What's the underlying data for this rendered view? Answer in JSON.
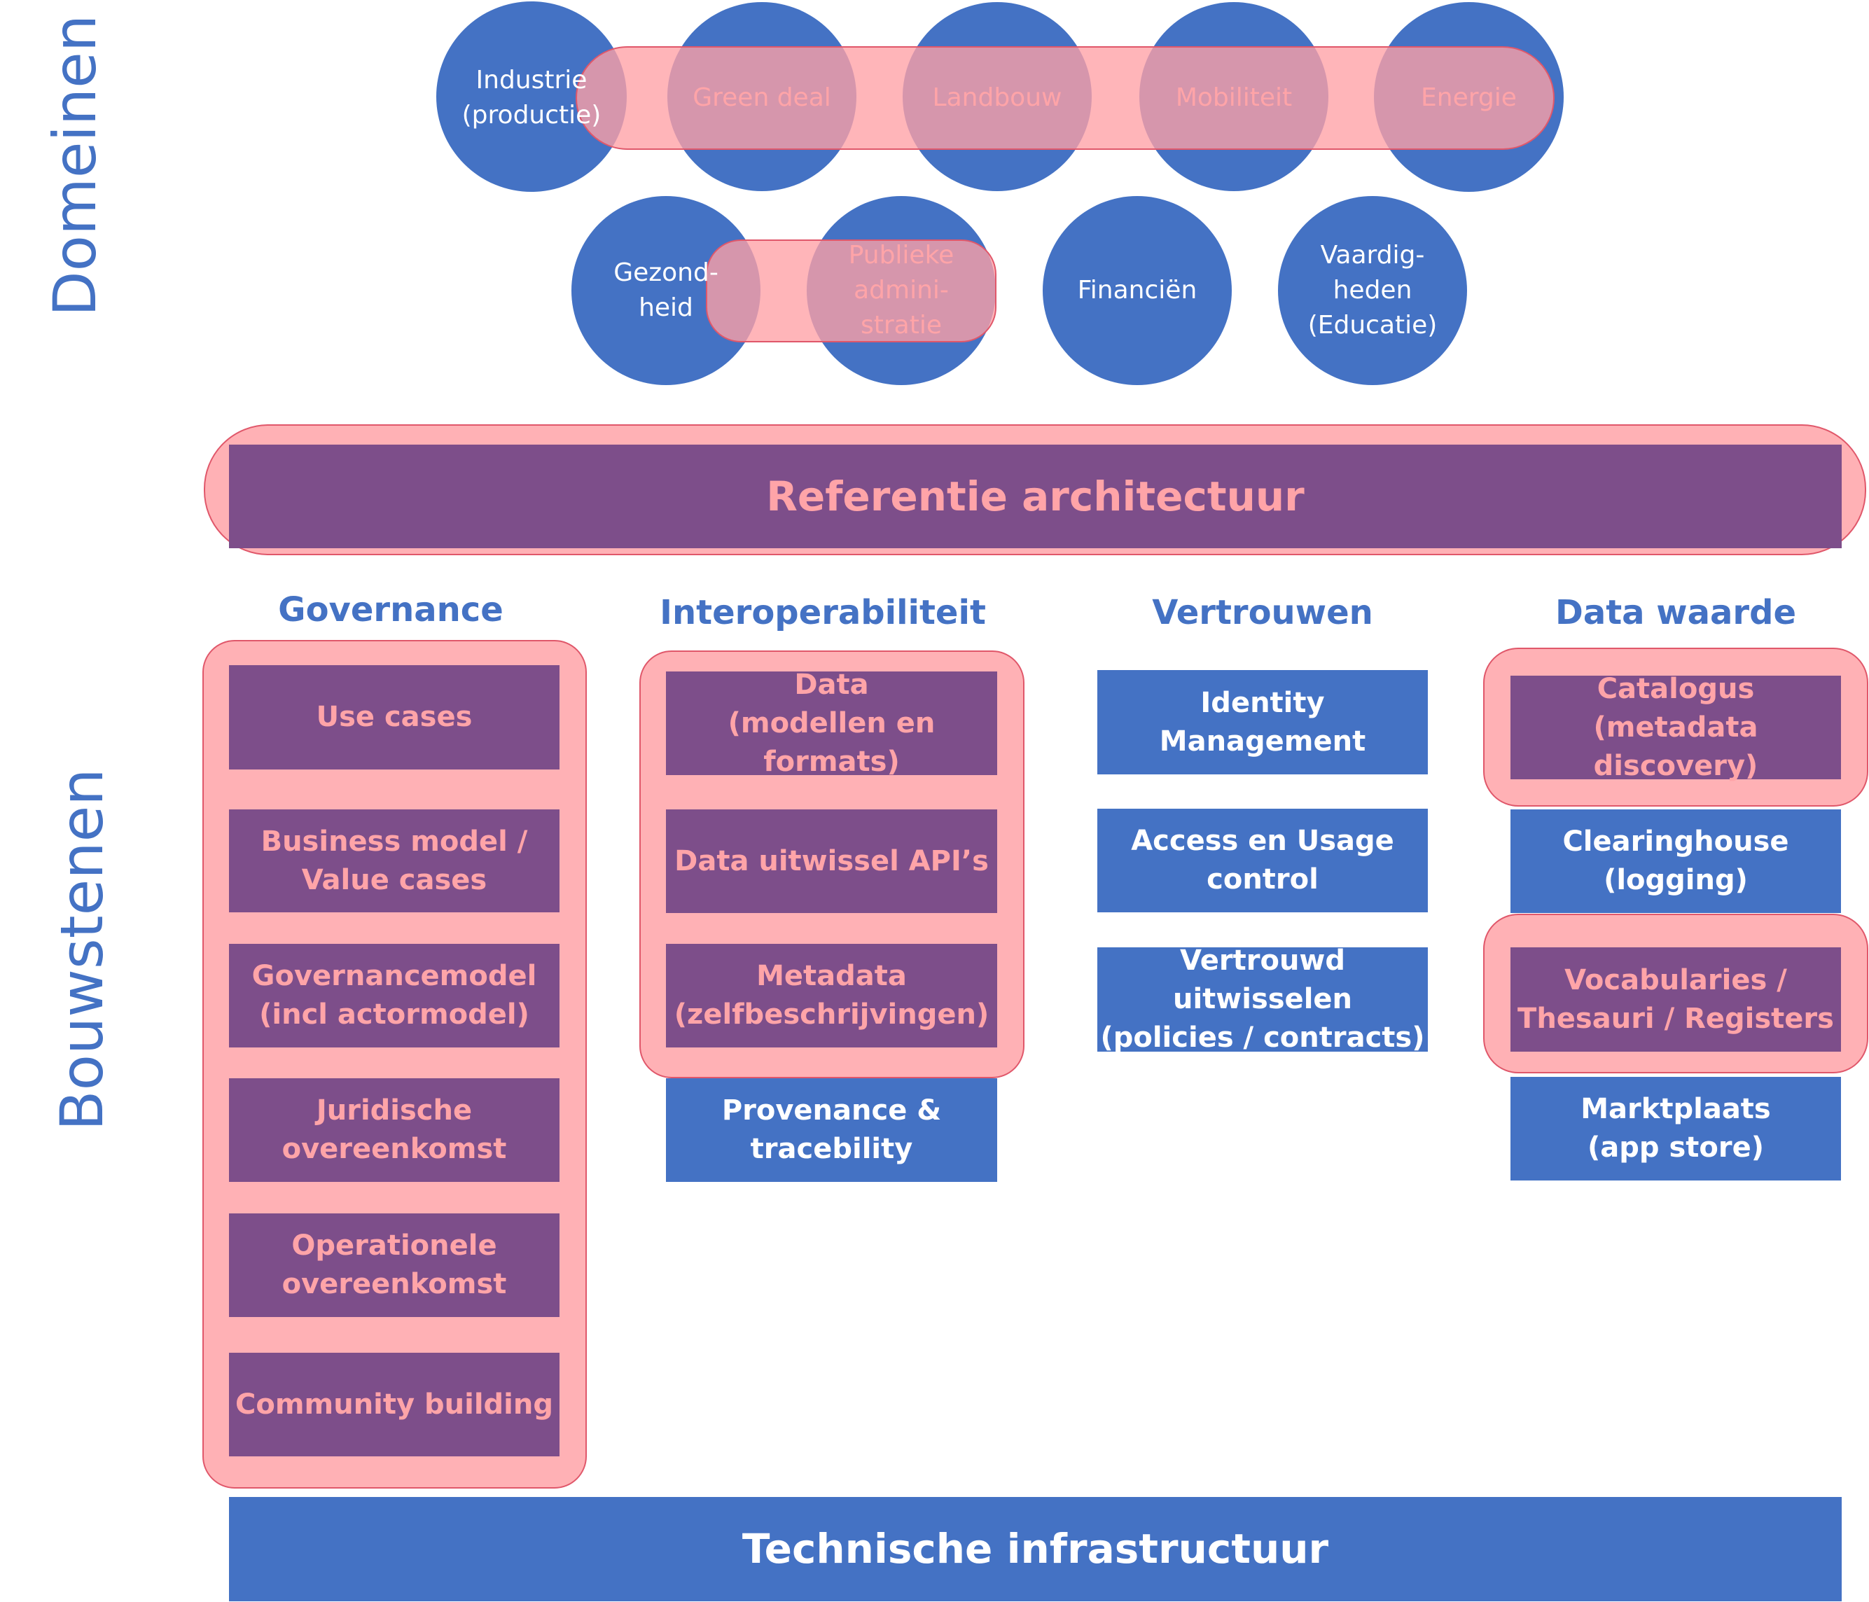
{
  "sections": {
    "domains": "Domeinen",
    "building_blocks": "Bouwstenen"
  },
  "domains": [
    "Industrie\n(productie)",
    "Green deal",
    "Landbouw",
    "Mobiliteit",
    "Energie",
    "Gezond-\nheid",
    "Publieke\nadmini-\nstratie",
    "Financiën",
    "Vaardig-\nheden\n(Educatie)"
  ],
  "reference_architecture": "Referentie architectuur",
  "columns": [
    {
      "title": "Governance",
      "items": [
        "Use cases",
        "Business model /\nValue cases",
        "Governancemodel\n(incl actormodel)",
        "Juridische\novereenkomst",
        "Operationele\novereenkomst",
        "Community building"
      ]
    },
    {
      "title": "Interoperabiliteit",
      "items": [
        "Data\n(modellen en formats)",
        "Data uitwissel API’s",
        "Metadata\n(zelfbeschrijvingen)",
        "Provenance &\ntracebility"
      ]
    },
    {
      "title": "Vertrouwen",
      "items": [
        "Identity  Management",
        "Access en Usage\ncontrol",
        "Vertrouwd uitwisselen\n(policies / contracts)"
      ]
    },
    {
      "title": "Data waarde",
      "items": [
        "Catalogus\n(metadata discovery)",
        "Clearinghouse\n(logging)",
        "Vocabularies /\nThesauri / Registers",
        "Marktplaats\n(app store)"
      ]
    }
  ],
  "technical_infrastructure": "Technische infrastructuur",
  "colors": {
    "blue": "#4472C4",
    "purple": "#7D4E8A",
    "pink": "#FFB1B5",
    "pink_text": "#FFA4A8"
  }
}
